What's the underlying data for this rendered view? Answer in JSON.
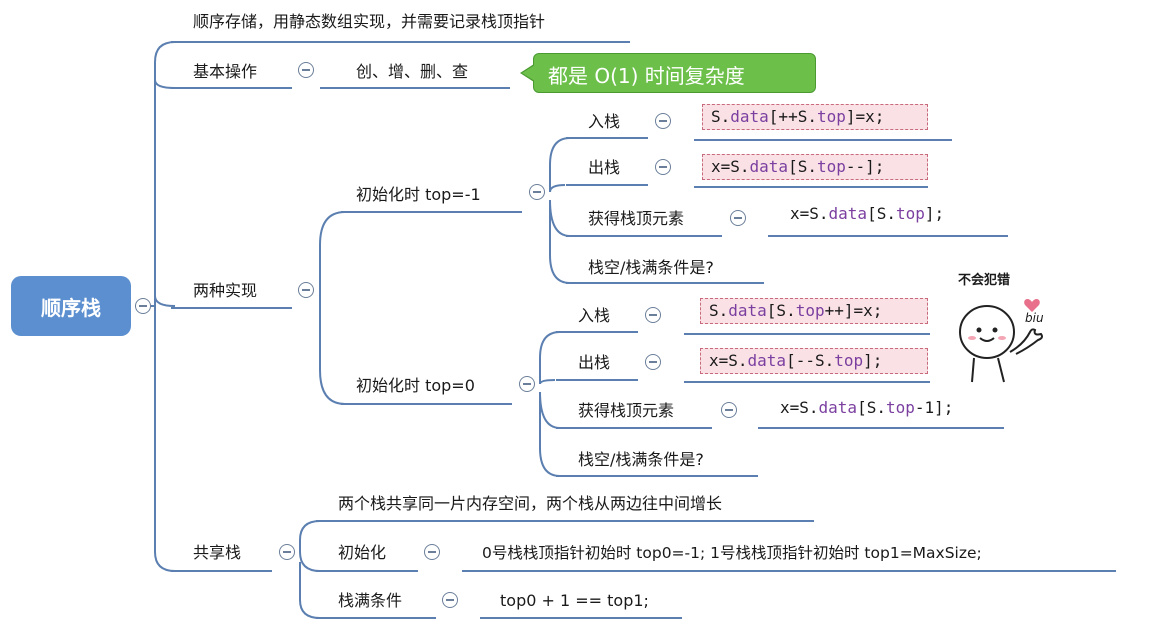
{
  "root": {
    "label": "顺序栈"
  },
  "storage_note": "顺序存储，用静态数组实现，并需要记录栈顶指针",
  "basic_ops": {
    "label": "基本操作",
    "ops": "创、增、删、查",
    "note": "都是 O(1) 时间复杂度"
  },
  "two_impl": {
    "label": "两种实现",
    "init_neg1": {
      "label": "初始化时 top=-1",
      "push": {
        "label": "入栈",
        "code": [
          "S.",
          "data",
          "[++S.",
          "top",
          "]=x;"
        ]
      },
      "pop": {
        "label": "出栈",
        "code": [
          "x=S.",
          "data",
          "[S.",
          "top",
          "--];"
        ]
      },
      "get_top": {
        "label": "获得栈顶元素",
        "code": [
          "x=S.",
          "data",
          "[S.",
          "top",
          "];"
        ]
      },
      "empty_full": {
        "label": "栈空/栈满条件是?"
      }
    },
    "init_0": {
      "label": "初始化时 top=0",
      "push": {
        "label": "入栈",
        "code": [
          "S.",
          "data",
          "[S.",
          "top",
          "++]=x;"
        ]
      },
      "pop": {
        "label": "出栈",
        "code": [
          "x=S.",
          "data",
          "[--S.",
          "top",
          "];"
        ]
      },
      "get_top": {
        "label": "获得栈顶元素",
        "code": [
          "x=S.",
          "data",
          "[S.",
          "top",
          "-1];"
        ]
      },
      "empty_full": {
        "label": "栈空/栈满条件是?"
      }
    }
  },
  "shared": {
    "label": "共享栈",
    "desc": "两个栈共享同一片内存空间，两个栈从两边往中间增长",
    "init": {
      "label": "初始化",
      "value": "0号栈栈顶指针初始时 top0=-1;   1号栈栈顶指针初始时   top1=MaxSize;"
    },
    "full": {
      "label": "栈满条件",
      "value": "top0 + 1 == top1;"
    }
  },
  "sticker": {
    "caption": "不会犯错",
    "biu": "biu"
  },
  "colors": {
    "line": "#5b7fb0",
    "root": "#5b8fd0",
    "note": "#6cc04a",
    "codebox": "#f9e1e6",
    "keyword": "#7b3fa0"
  }
}
